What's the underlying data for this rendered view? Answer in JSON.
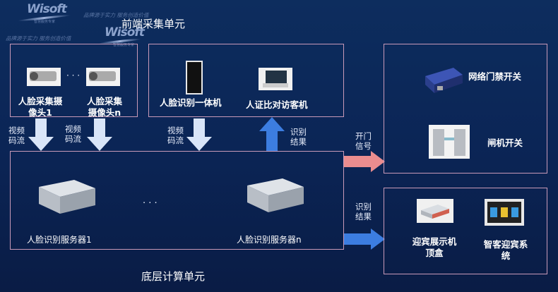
{
  "watermark": {
    "logo": "Wisoft",
    "logo_sub": "智慧服务专家",
    "slogan": "品牌源于实力  服务创造价值"
  },
  "front_unit": {
    "title": "前端采集单元",
    "camera1": "人脸采集摄像头1",
    "camera_n": "人脸采集摄像头n",
    "ellipsis": "· · ·",
    "face_terminal": "人脸识别一体机",
    "visitor_machine": "人证比对访客机"
  },
  "flows": {
    "video_stream": "视频码流",
    "result": "识别结果",
    "door_signal": "开门信号"
  },
  "compute_unit": {
    "title": "底层计算单元",
    "server1": "人脸识别服务器1",
    "server_n": "人脸识别服务器n",
    "ellipsis": "· · ·"
  },
  "access": {
    "network_switch": "网络门禁开关",
    "gate_switch": "闸机开关"
  },
  "welcome": {
    "set_top_box": "迎宾展示机顶盒",
    "system": "智客迎宾系统"
  },
  "colors": {
    "down_arrow": "#d9e5f8",
    "up_arrow": "#3c7de0",
    "pink_arrow": "#ea8d8f",
    "border": "#c99ab8"
  }
}
